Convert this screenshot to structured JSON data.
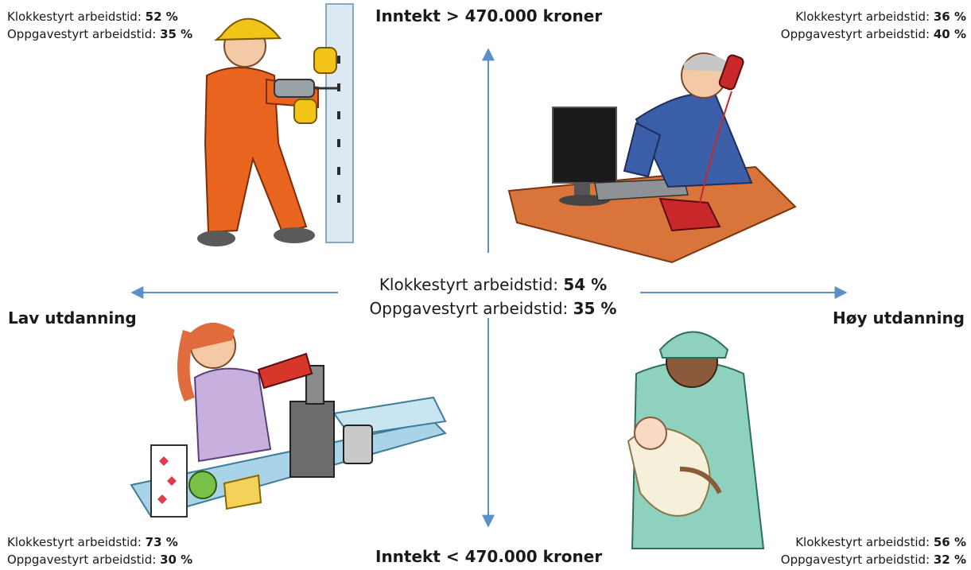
{
  "axis": {
    "top": {
      "bold": "Inntekt",
      "rest": " > 470.000 kroner"
    },
    "bottom": {
      "bold": "Inntekt",
      "rest": " < 470.000 kroner"
    },
    "left": "Lav utdanning",
    "right": "Høy utdanning"
  },
  "center": {
    "clock_label": "Klokkestyrt arbeidstid: ",
    "clock_value": "54 %",
    "task_label": "Oppgavestyrt arbeidstid: ",
    "task_value": "35 %"
  },
  "quadrants": {
    "top_left": {
      "clock_label": "Klokkestyrt arbeidstid: ",
      "clock_value": "52 %",
      "task_label": "Oppgavestyrt arbeidstid: ",
      "task_value": "35 %"
    },
    "top_right": {
      "clock_label": "Klokkestyrt arbeidstid: ",
      "clock_value": "36 %",
      "task_label": "Oppgavestyrt arbeidstid: ",
      "task_value": "40 %"
    },
    "bottom_left": {
      "clock_label": "Klokkestyrt arbeidstid: ",
      "clock_value": "73 %",
      "task_label": "Oppgavestyrt arbeidstid: ",
      "task_value": "30 %"
    },
    "bottom_right": {
      "clock_label": "Klokkestyrt arbeidstid: ",
      "clock_value": "56 %",
      "task_label": "Oppgavestyrt arbeidstid: ",
      "task_value": "32 %"
    }
  },
  "colors": {
    "arrow": "#5b8fc9",
    "worker_suit": "#e8641f",
    "helmet": "#f2c417",
    "office_suit": "#3b5ea8",
    "desk": "#d9743a",
    "phone": "#c8282a",
    "cashier_shirt": "#c7b0dd",
    "counter": "#a9d3e6",
    "nurse_gown": "#8fd1bf"
  },
  "icons": {
    "top_left": "construction-worker-illustration",
    "top_right": "office-worker-illustration",
    "bottom_left": "cashier-illustration",
    "bottom_right": "nurse-with-baby-illustration"
  }
}
